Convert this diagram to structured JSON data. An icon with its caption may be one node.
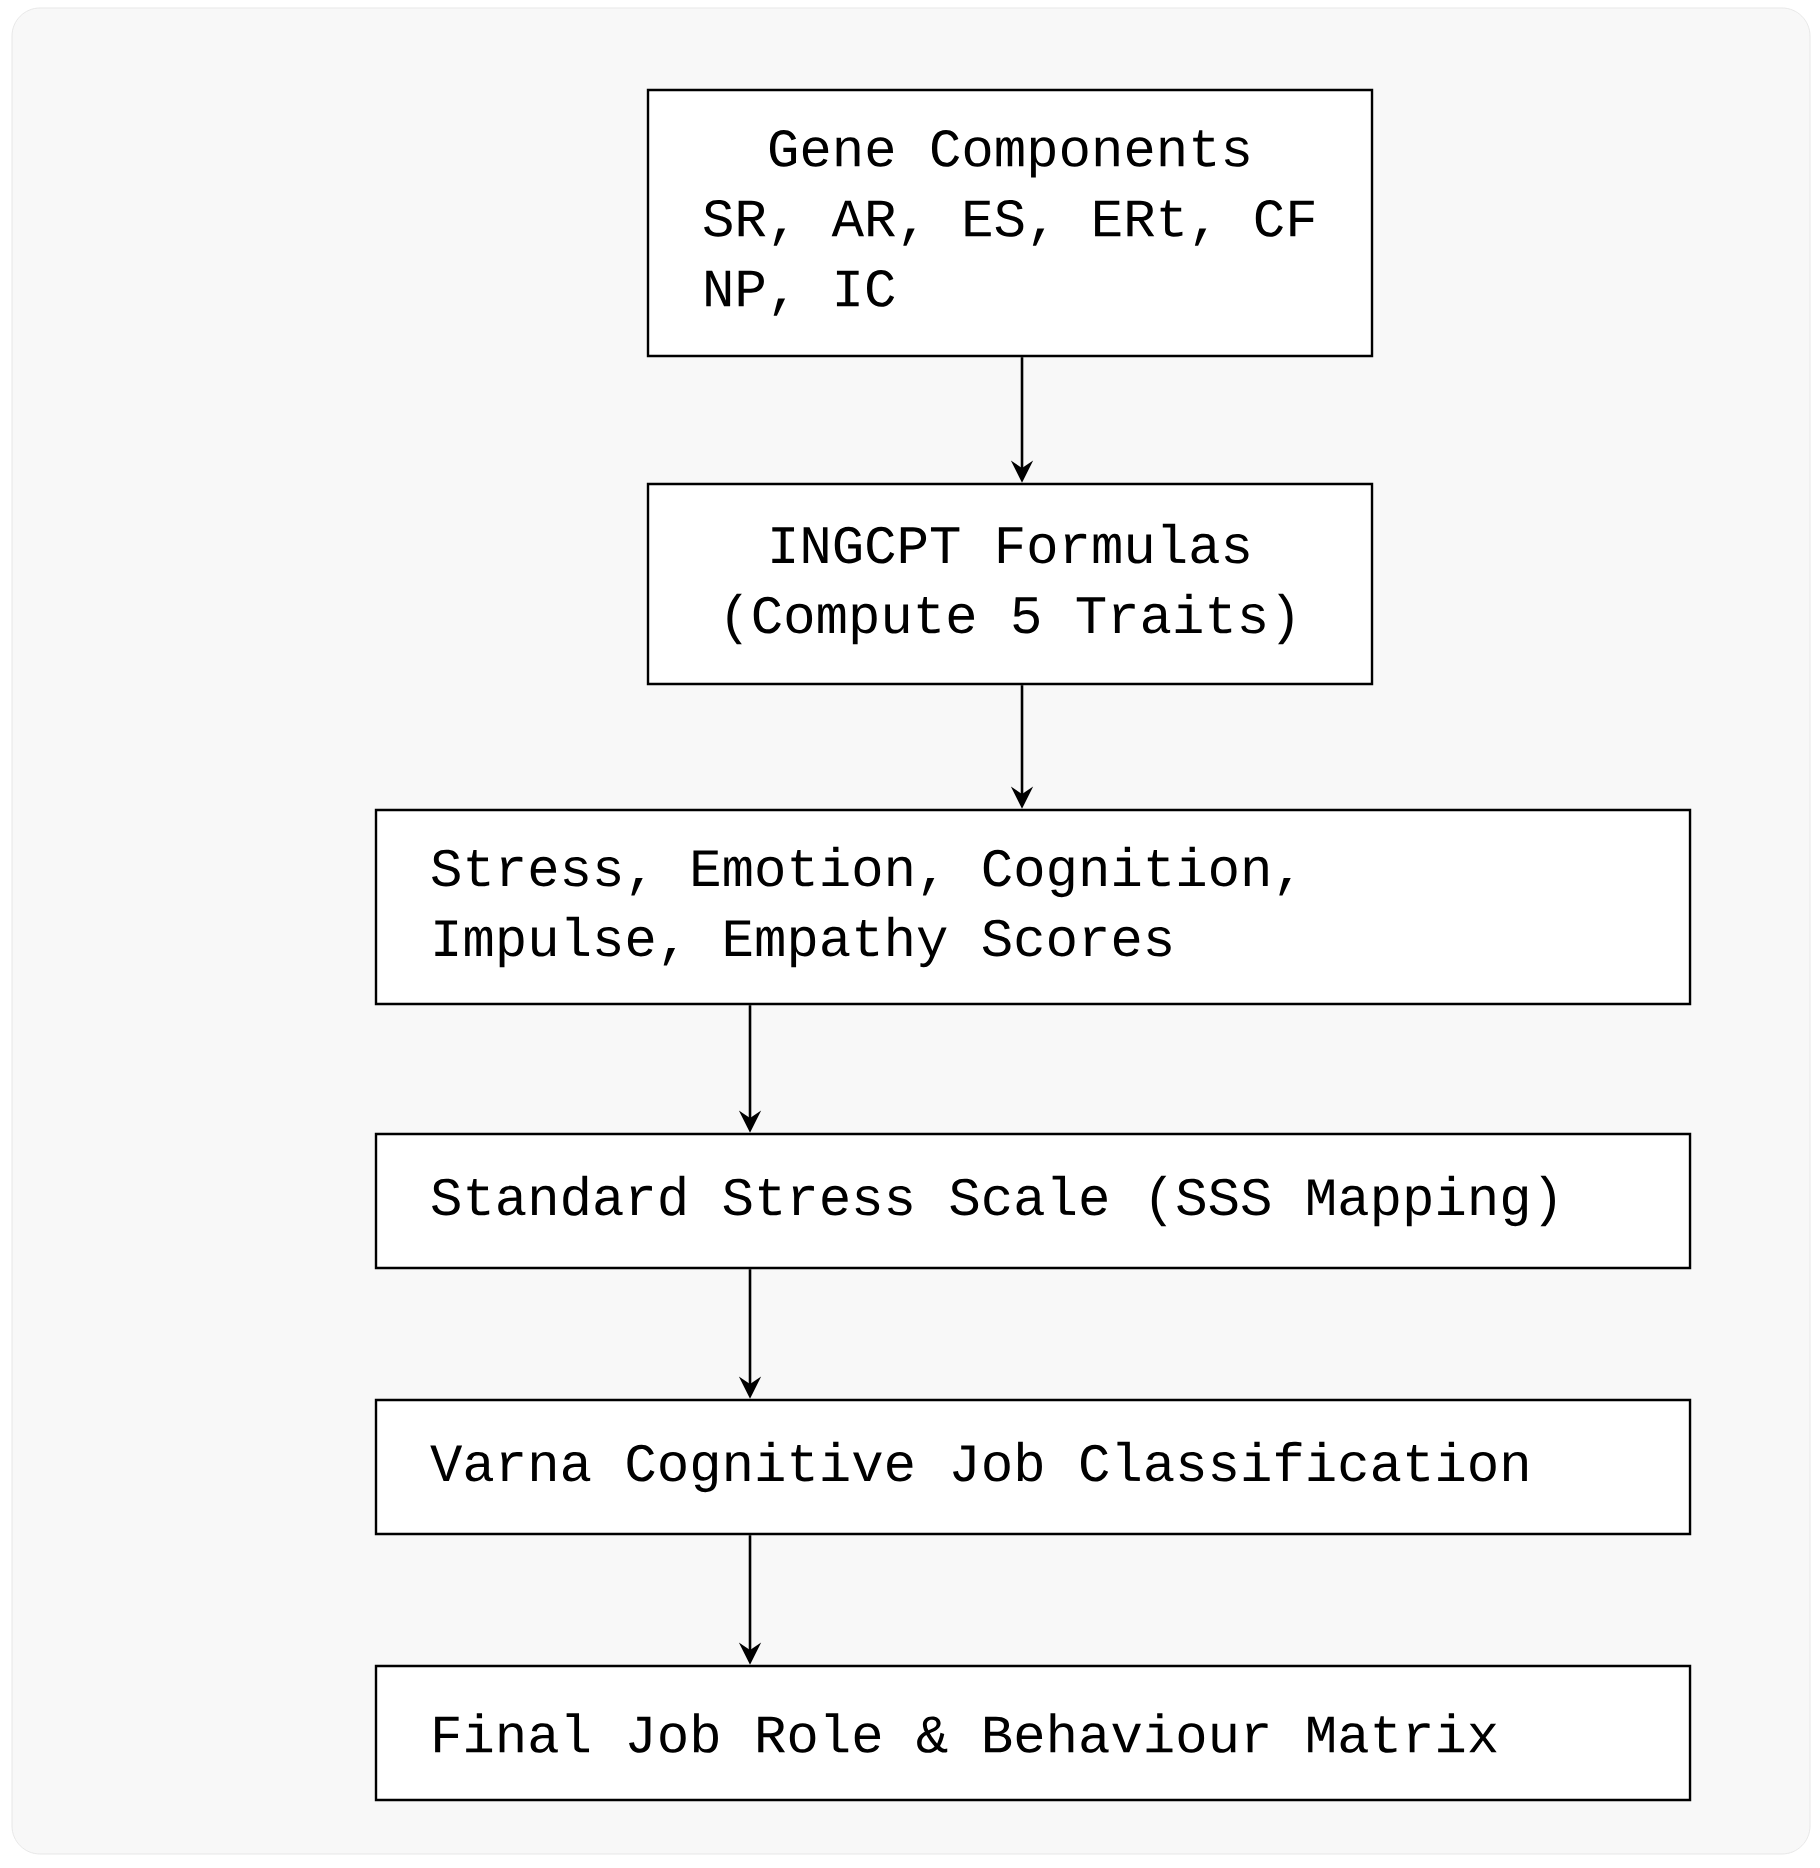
{
  "diagram": {
    "nodes": [
      {
        "text": [
          "Gene Components",
          "SR, AR, ES, ERt, CF NP, IC"
        ]
      },
      {
        "text": [
          "INGCPT Formulas (Compute 5 Traits)"
        ]
      },
      {
        "text": [
          "Stress, Emotion, Cognition, Impulse, Empathy Scores"
        ]
      },
      {
        "text": [
          "Standard Stress Scale (SSS Mapping)"
        ]
      },
      {
        "text": [
          "Varna Cognitive Job Classification"
        ]
      },
      {
        "text": [
          "Final Job Role & Behaviour Matrix"
        ]
      }
    ],
    "edges": [
      {
        "from": 0,
        "to": 1,
        "arrow": "to"
      },
      {
        "from": 1,
        "to": 2,
        "arrow": "to"
      },
      {
        "from": 2,
        "to": 3,
        "arrow": "to"
      },
      {
        "from": 3,
        "to": 4,
        "arrow": "to"
      },
      {
        "from": 4,
        "to": 5,
        "arrow": "to"
      }
    ]
  }
}
